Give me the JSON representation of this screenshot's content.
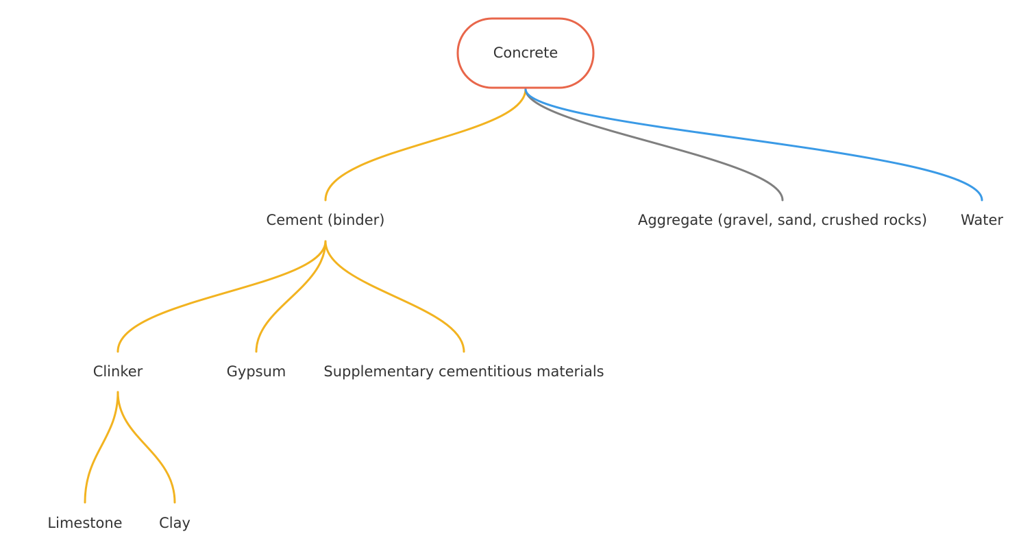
{
  "mindmap": {
    "root": {
      "label": "Concrete",
      "border_color": "#E8664A"
    },
    "branch_colors": {
      "cement": "#F2B320",
      "aggregate": "#7F7F7F",
      "water": "#3A9AE6"
    },
    "nodes": {
      "cement": "Cement (binder)",
      "aggregate": "Aggregate (gravel, sand, crushed rocks)",
      "water": "Water",
      "clinker": "Clinker",
      "gypsum": "Gypsum",
      "scm": "Supplementary cementitious materials",
      "limestone": "Limestone",
      "clay": "Clay"
    },
    "edges": [
      {
        "from": "Concrete",
        "to": "Cement (binder)",
        "branch": "cement"
      },
      {
        "from": "Concrete",
        "to": "Aggregate (gravel, sand, crushed rocks)",
        "branch": "aggregate"
      },
      {
        "from": "Concrete",
        "to": "Water",
        "branch": "water"
      },
      {
        "from": "Cement (binder)",
        "to": "Clinker",
        "branch": "cement"
      },
      {
        "from": "Cement (binder)",
        "to": "Gypsum",
        "branch": "cement"
      },
      {
        "from": "Cement (binder)",
        "to": "Supplementary cementitious materials",
        "branch": "cement"
      },
      {
        "from": "Clinker",
        "to": "Limestone",
        "branch": "cement"
      },
      {
        "from": "Clinker",
        "to": "Clay",
        "branch": "cement"
      }
    ]
  }
}
